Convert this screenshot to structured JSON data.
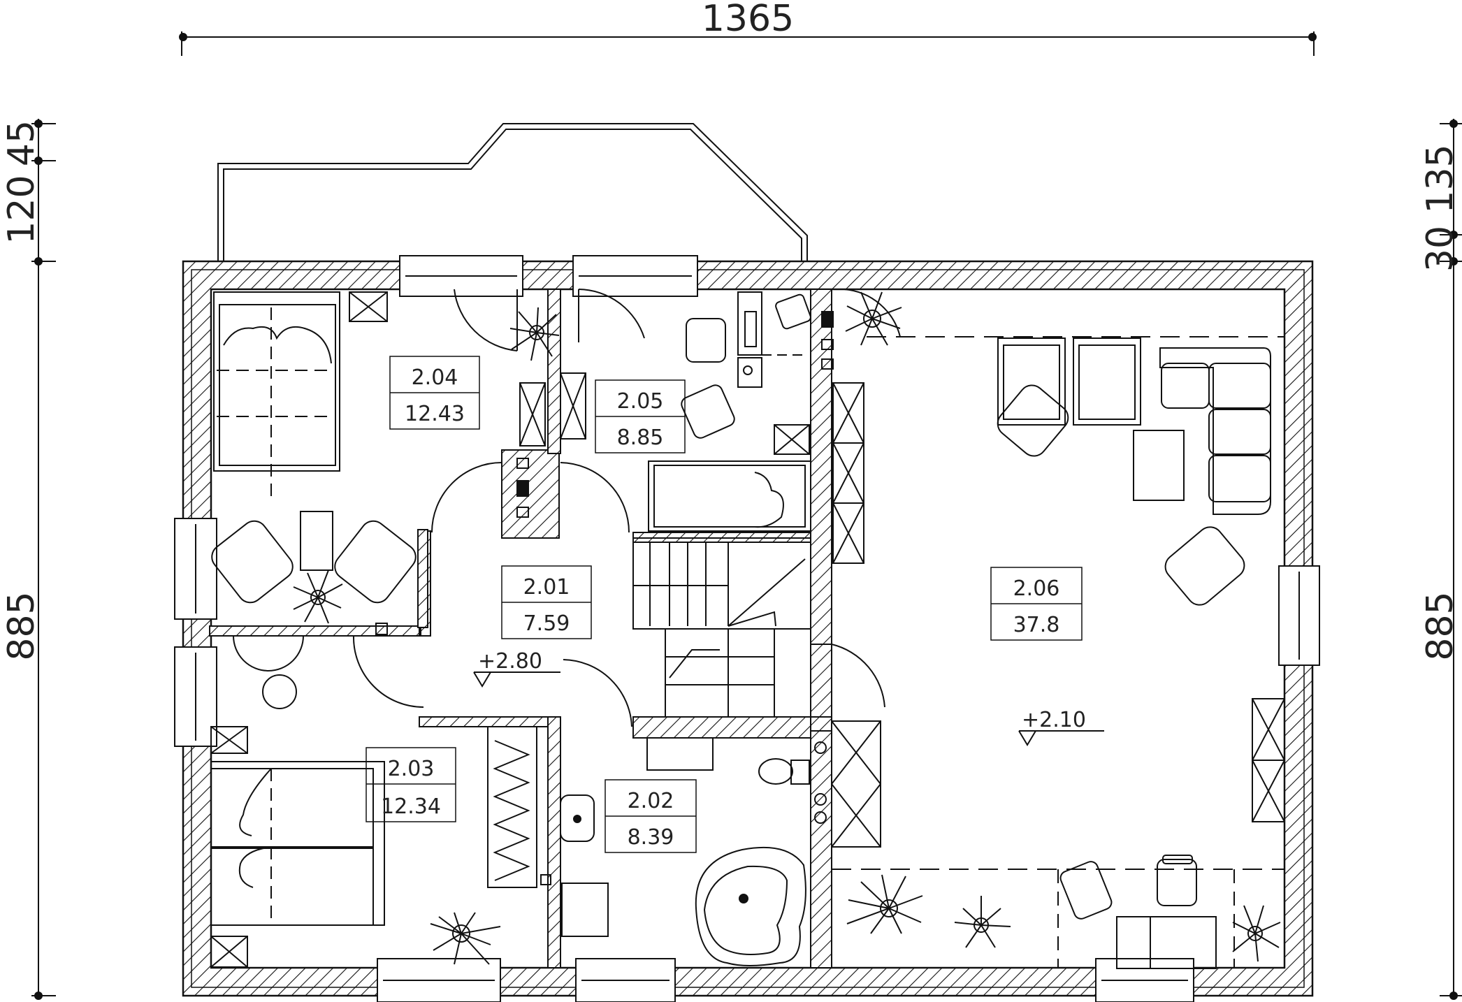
{
  "colors": {
    "line": "#111111",
    "background": "#ffffff"
  },
  "dimensions": {
    "top": "1365",
    "left_top": "45",
    "left_mid": "120",
    "left_main": "885",
    "right_top": "135",
    "right_mid": "30",
    "right_main": "885"
  },
  "rooms": [
    {
      "id": "2.04",
      "area": "12.43"
    },
    {
      "id": "2.05",
      "area": "8.85"
    },
    {
      "id": "2.01",
      "area": "7.59"
    },
    {
      "id": "2.06",
      "area": "37.8"
    },
    {
      "id": "2.03",
      "area": "12.34"
    },
    {
      "id": "2.02",
      "area": "8.39"
    }
  ],
  "levels": [
    {
      "label": "+2.80"
    },
    {
      "label": "+2.10"
    }
  ],
  "icons": [
    "bed-icon",
    "armchair-icon",
    "plant-icon",
    "door-swing-icon",
    "window-icon",
    "stair-icon",
    "toilet-icon",
    "sink-icon",
    "bathtub-icon",
    "desk-icon",
    "sofa-icon",
    "chimney-icon"
  ]
}
